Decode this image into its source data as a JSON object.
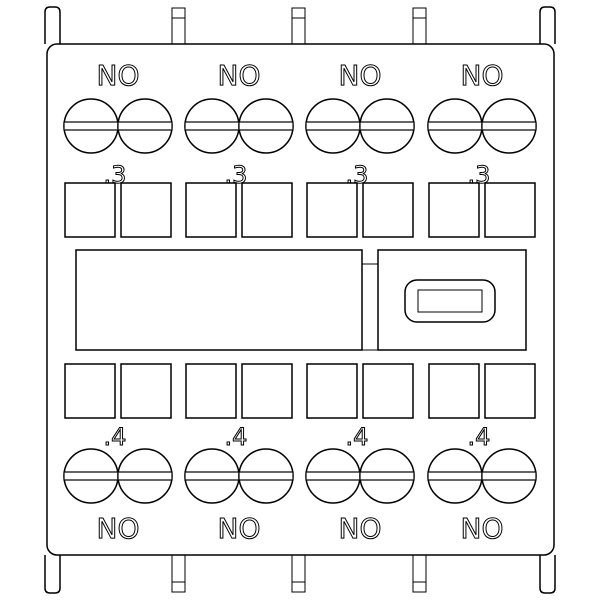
{
  "diagram": {
    "stroke_color": "#000000",
    "background_color": "#ffffff",
    "top_row": {
      "contact_label": "NO",
      "terminal_suffix": ".3",
      "contact_count": 4
    },
    "bottom_row": {
      "contact_label": "NO",
      "terminal_suffix": ".4",
      "contact_count": 4
    }
  }
}
